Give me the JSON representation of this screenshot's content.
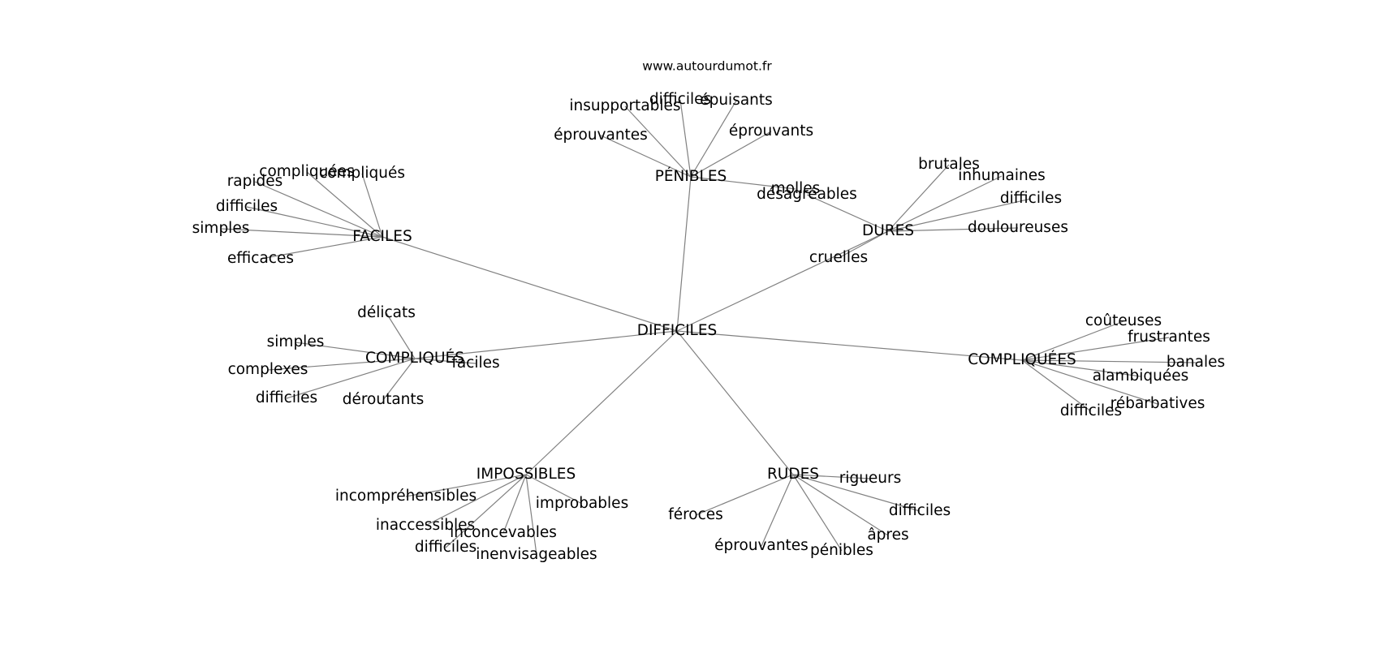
{
  "source": "www.autourdumot.fr",
  "center": "DIFFICILES",
  "clusters": [
    {
      "label": "PÉNIBLES",
      "words": [
        "insupportables",
        "difficiles",
        "épuisants",
        "éprouvantes",
        "éprouvants",
        "molles"
      ]
    },
    {
      "label": "DURES",
      "words": [
        "désagréables",
        "brutales",
        "inhumaines",
        "difficiles",
        "douloureuses",
        "cruelles"
      ]
    },
    {
      "label": "FACILES",
      "words": [
        "compliquées",
        "compliqués",
        "rapides",
        "difficiles",
        "simples",
        "efficaces"
      ]
    },
    {
      "label": "COMPLIQUÉS",
      "words": [
        "délicats",
        "simples",
        "complexes",
        "difficiles",
        "déroutants",
        "faciles"
      ]
    },
    {
      "label": "COMPLIQUÉES",
      "words": [
        "coûteuses",
        "frustrantes",
        "banales",
        "alambiquées",
        "rébarbatives",
        "difficiles"
      ]
    },
    {
      "label": "IMPOSSIBLES",
      "words": [
        "incompréhensibles",
        "inaccessibles",
        "inconcevables",
        "difficiles",
        "inenvisageables",
        "improbables"
      ]
    },
    {
      "label": "RUDES",
      "words": [
        "rigueurs",
        "féroces",
        "difficiles",
        "âpres",
        "éprouvantes",
        "pénibles"
      ]
    }
  ]
}
